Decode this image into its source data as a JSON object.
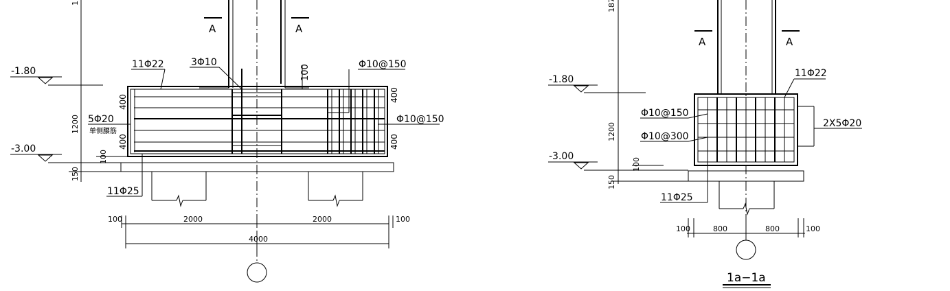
{
  "left": {
    "section_marks": [
      "A",
      "A"
    ],
    "levels": [
      "-1.80",
      "-3.00"
    ],
    "height_dims": [
      "1200",
      "150",
      "100"
    ],
    "rebar_top": "11Φ22",
    "rebar_stirrup_center": "3Φ10",
    "rebar_dim_100": "100",
    "rebar_right_top": "Φ10@150",
    "rebar_right_mid": "Φ10@150",
    "rebar_side": "5Φ20",
    "rebar_side_note": "单侧腰筋",
    "rebar_bottom": "11Φ25",
    "vert_dims_left": [
      "400",
      "400"
    ],
    "vert_dims_right": [
      "400",
      "400"
    ],
    "horiz_dims": [
      "100",
      "2000",
      "2000",
      "100"
    ],
    "total_dim": "4000",
    "top_dim_partial": "1"
  },
  "right": {
    "section_marks": [
      "A",
      "A"
    ],
    "levels": [
      "-1.80",
      "-3.00"
    ],
    "height_dims": [
      "1200",
      "150",
      "100",
      "187"
    ],
    "rebar_top": "11Φ22",
    "rebar_stirrup_1": "Φ10@150",
    "rebar_stirrup_2": "Φ10@300",
    "rebar_side": "2X5Φ20",
    "rebar_bottom": "11Φ25",
    "horiz_dims": [
      "100",
      "800",
      "800",
      "100"
    ],
    "section_title": "1a−1a"
  }
}
